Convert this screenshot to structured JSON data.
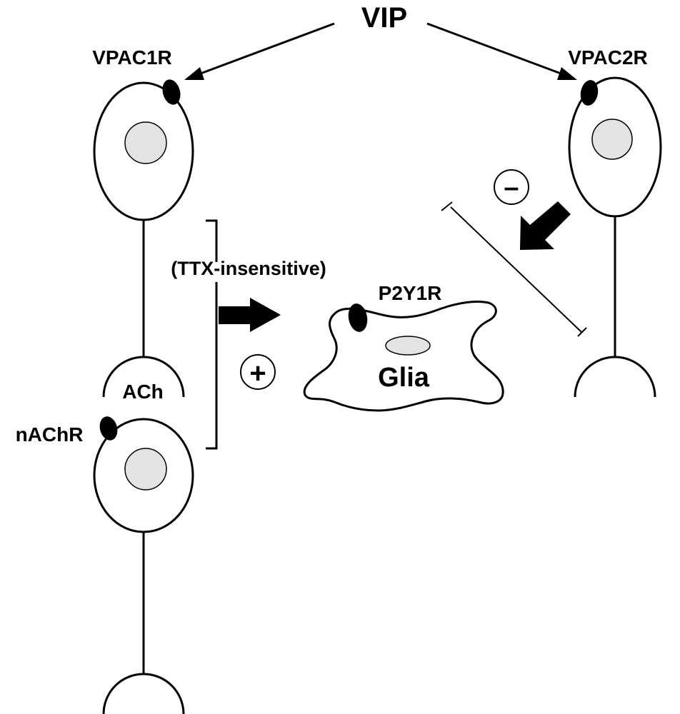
{
  "labels": {
    "vip": "VIP",
    "vpac1r": "VPAC1R",
    "vpac2r": "VPAC2R",
    "ttx": "(TTX-insensitive)",
    "p2y1r": "P2Y1R",
    "glia": "Glia",
    "ach": "ACh",
    "nachr": "nAChR",
    "plus": "+",
    "minus": "–"
  }
}
